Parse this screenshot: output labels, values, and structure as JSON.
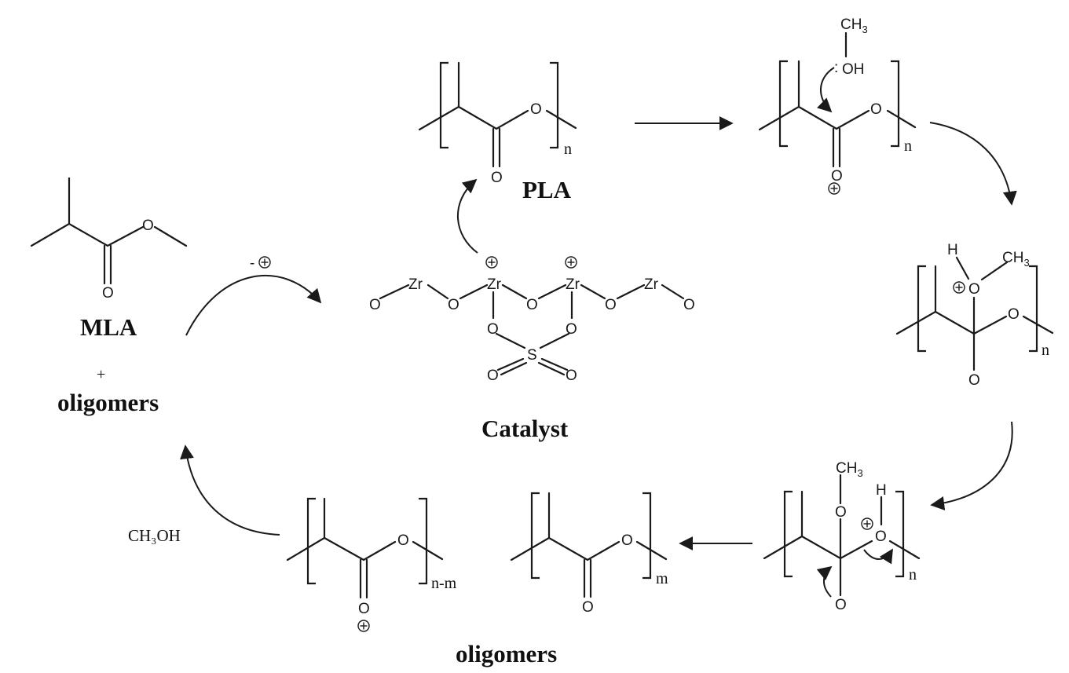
{
  "labels": {
    "mla": "MLA",
    "plus": "+",
    "oligomers_left": "oligomers",
    "pla": "PLA",
    "catalyst": "Catalyst",
    "oligomers_bottom": "oligomers",
    "methanol_reagent": "CH₃OH",
    "minus_charge": "-⊕"
  },
  "repeat_subscripts": {
    "pla": "n",
    "protonated_pla": "n",
    "hemiketal": "n",
    "rearranged": "n",
    "oligomer_m": "m",
    "oligomer_nm": "n-m"
  },
  "atoms": {
    "o": "O",
    "oh": "OH",
    "h": "H",
    "ch3": "CH3",
    "zr": "Zr",
    "s": "S",
    "lone_pair": ":"
  }
}
